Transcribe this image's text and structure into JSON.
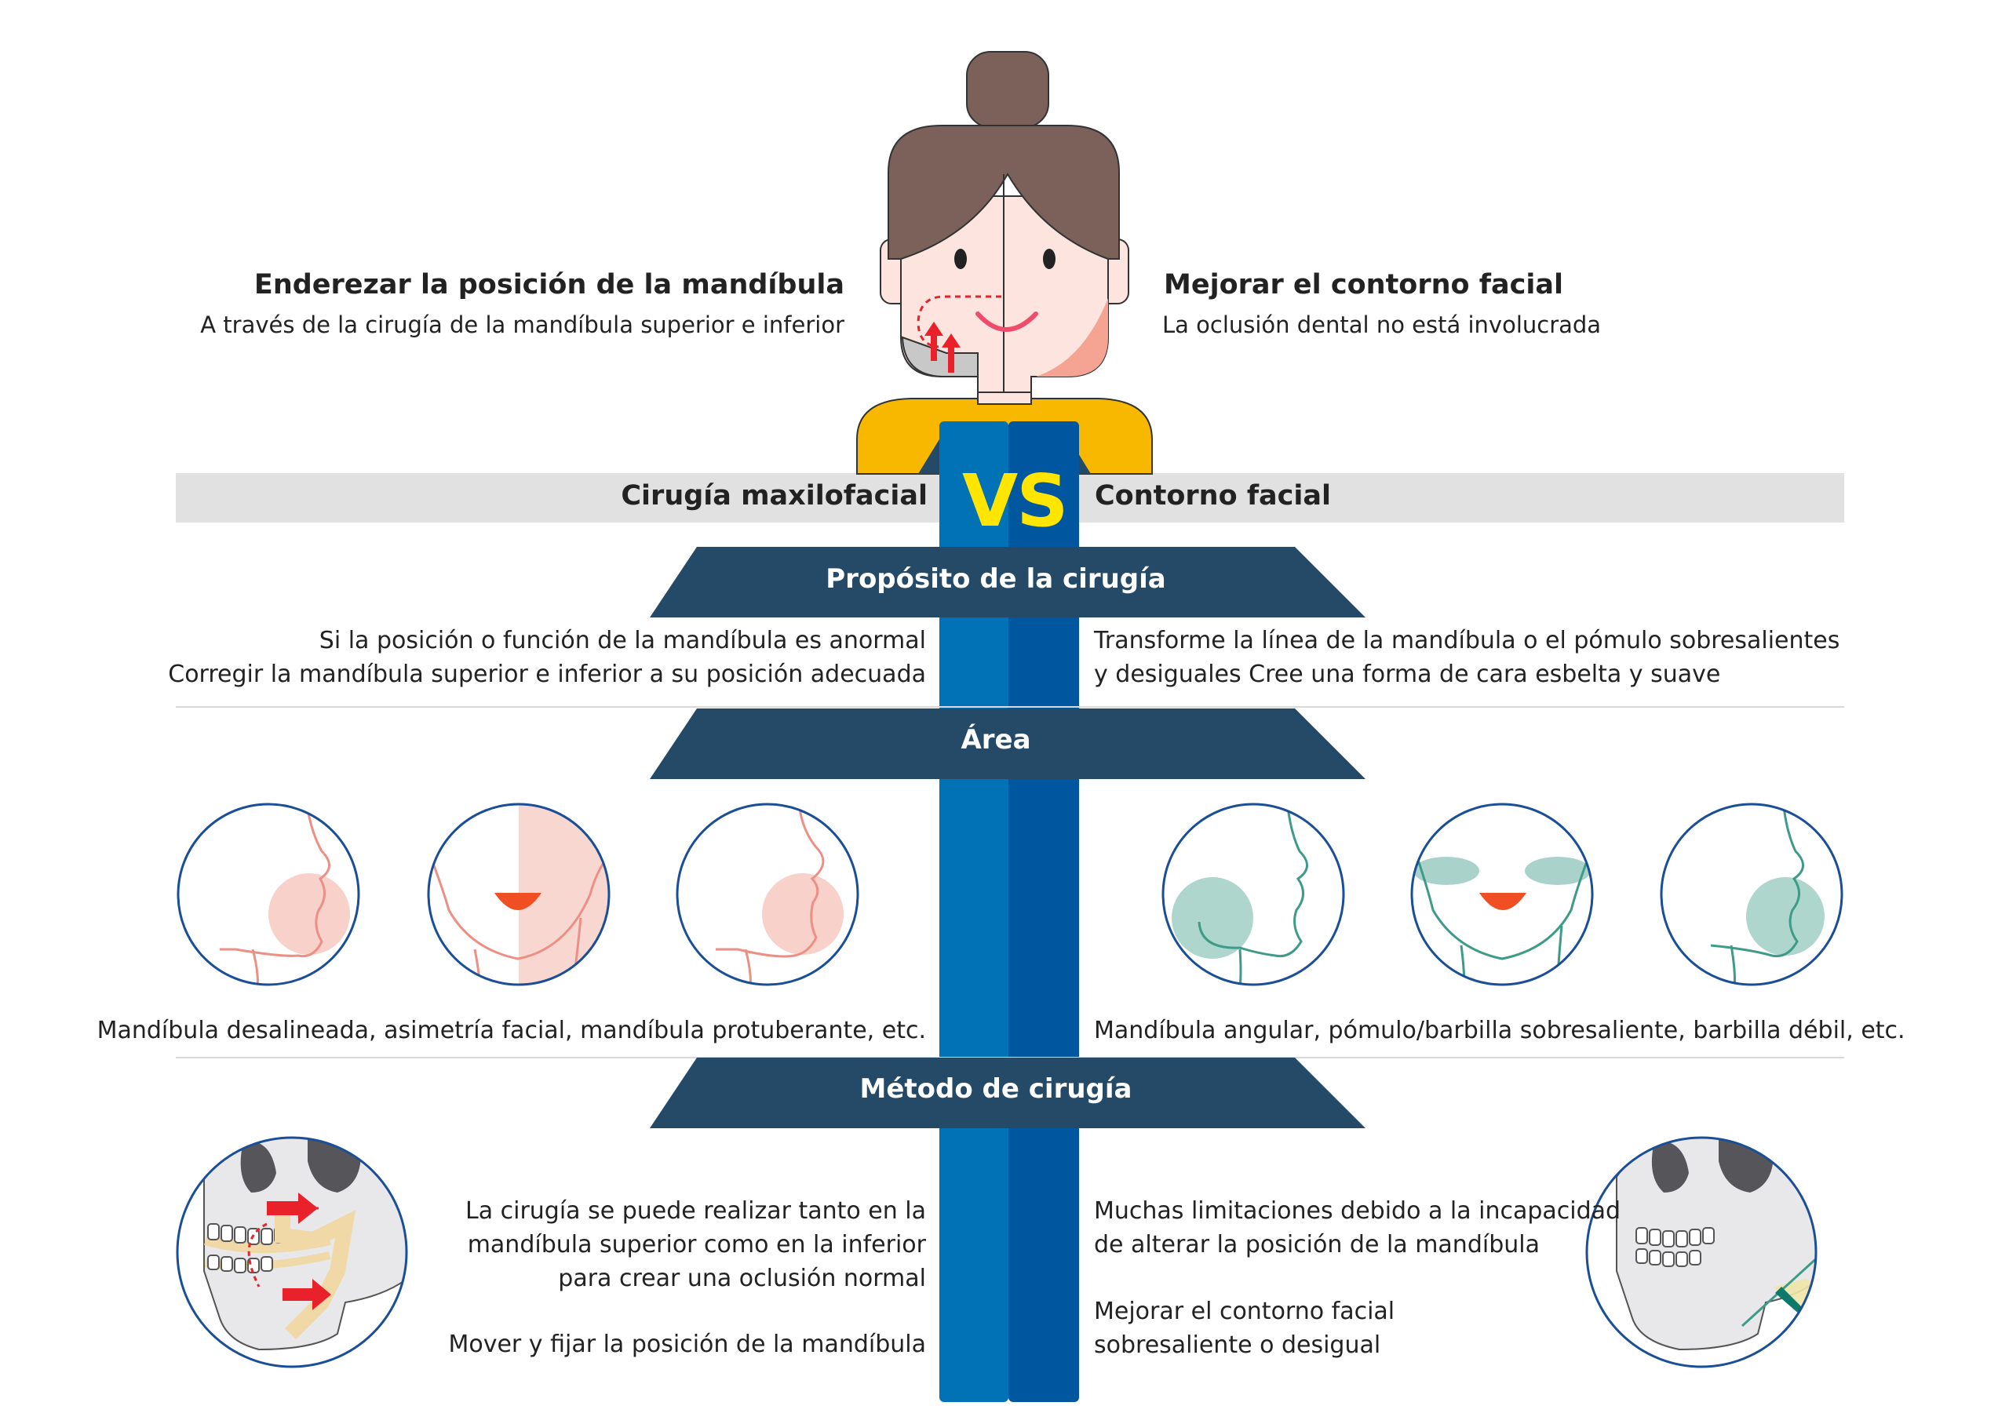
{
  "header": {
    "left_title": "Enderezar la posición de la mandíbula",
    "left_subtitle": "A través de la cirugía de la mandíbula superior e inferior",
    "right_title": "Mejorar el contorno facial",
    "right_subtitle": "La oclusión dental no está involucrada"
  },
  "comparison": {
    "left_label": "Cirugía maxilofacial",
    "vs_label": "VS",
    "right_label": "Contorno facial"
  },
  "sections": {
    "purpose": {
      "title": "Propósito de la cirugía",
      "left_lines": [
        "Si la posición o función de la mandíbula es anormal",
        "Corregir la mandíbula superior e inferior a su posición adecuada"
      ],
      "right_lines": [
        "Transforme la línea de la mandíbula o el pómulo sobresalientes",
        "y desiguales Cree una forma de cara esbelta y suave"
      ]
    },
    "area": {
      "title": "Área",
      "left_caption": "Mandíbula desalineada, asimetría facial, mandíbula protuberante, etc.",
      "right_caption": "Mandíbula angular, pómulo/barbilla sobresaliente, barbilla débil, etc."
    },
    "method": {
      "title": "Método de cirugía",
      "left_lines": [
        "La cirugía se puede realizar tanto en la",
        "mandíbula superior como en la inferior",
        "para crear una oclusión normal"
      ],
      "left_extra": "Mover y fijar la posición de la mandíbula",
      "right_lines": [
        "Muchas limitaciones debido a la incapacidad",
        "de alterar la posición de la mandíbula"
      ],
      "right_extra_lines": [
        "Mejorar el contorno facial",
        "sobresaliente o desigual"
      ]
    }
  },
  "colors": {
    "center_bar_light": "#0072b5",
    "center_bar_dark": "#0057a0",
    "trapezoid": "#244a68",
    "band_gray": "#e1e1e1",
    "vs_yellow": "#ffe500",
    "hair": "#7b6159",
    "skin": "#fde4df",
    "shirt": "#f9b800",
    "circle_stroke": "#1a4f98",
    "pink_fill": "#f5bdb3",
    "teal_fill": "#8cc4b8",
    "red_arrow": "#e8212a",
    "teal_arrow": "#0b7a6a"
  }
}
